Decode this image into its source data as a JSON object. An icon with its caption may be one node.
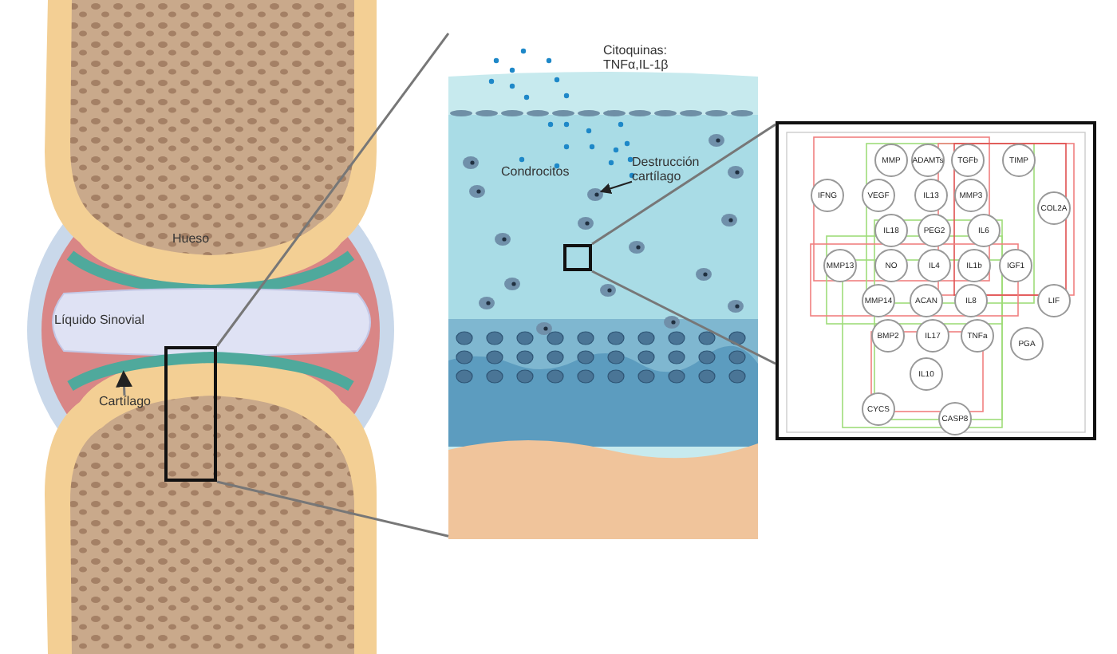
{
  "diagram": {
    "nodes": [
      {
        "text": [],
        "shape": "picture"
      },
      {
        "text": [
          "Cartílago"
        ],
        "in": 0
      },
      {
        "text": [],
        "shape": "box",
        "in": 0
      },
      {
        "text": [],
        "shape": "picture"
      },
      {
        "text": [
          "Destrucción cartílago"
        ],
        "in": 3
      },
      {
        "text": [],
        "shape": "box",
        "in": 3
      },
      {
        "text": [],
        "shape": "box"
      },
      {
        "text": [
          "MMP"
        ],
        "in": 6
      },
      {
        "text": [
          "ADAMTs"
        ],
        "in": 6
      },
      {
        "text": [
          "TGFb"
        ],
        "in": 6
      },
      {
        "text": [
          "TIMP"
        ],
        "in": 6
      },
      {
        "text": [
          "VEGF"
        ],
        "in": 6
      },
      {
        "text": [
          "IFNG"
        ],
        "in": 6
      },
      {
        "text": [
          "IL13"
        ],
        "in": 6
      },
      {
        "text": [
          "MMP3"
        ],
        "in": 6
      },
      {
        "text": [
          "COL2A"
        ],
        "in": 6
      },
      {
        "text": [
          "IL18"
        ],
        "in": 6
      },
      {
        "text": [
          "PEG2"
        ],
        "in": 6
      },
      {
        "text": [
          "IL6"
        ],
        "in": 6
      },
      {
        "text": [
          "NO"
        ],
        "in": 6
      },
      {
        "text": [
          "MMP13"
        ],
        "in": 6
      },
      {
        "text": [
          "IL4"
        ],
        "in": 6
      },
      {
        "text": [
          "IL1b"
        ],
        "in": 6
      },
      {
        "text": [
          "IGF1"
        ],
        "in": 6
      },
      {
        "text": [
          "MMP14"
        ],
        "in": 6
      },
      {
        "text": [
          "ACAN"
        ],
        "in": 6
      },
      {
        "text": [
          "IL8"
        ],
        "in": 6
      },
      {
        "text": [
          "LIF"
        ],
        "in": 6
      },
      {
        "text": [
          "BMP2"
        ],
        "in": 6
      },
      {
        "text": [
          "IL17"
        ],
        "in": 6
      },
      {
        "text": [
          "TNFa"
        ],
        "in": 6
      },
      {
        "text": [
          "PGA"
        ],
        "in": 6
      },
      {
        "text": [
          "IL10"
        ],
        "in": 6
      },
      {
        "text": [
          "CYCS"
        ],
        "in": 6
      },
      {
        "text": [
          "CASP8"
        ],
        "in": 6
      },
      {
        "text": [],
        "shape": "band",
        "in": 0
      }
    ],
    "edges": [
      {
        "from": 1,
        "to": 35,
        "arrow": "to"
      },
      {
        "from": 2,
        "to": 3,
        "arrow": "none"
      },
      {
        "from": 2,
        "to": 3,
        "arrow": "none"
      },
      {
        "from": 4,
        "to": null,
        "arrow": "to"
      },
      {
        "from": 5,
        "to": 6,
        "arrow": "none"
      },
      {
        "from": 5,
        "to": 6,
        "arrow": "none"
      }
    ],
    "labels": [
      "Hueso",
      "Líquido Sinovial",
      "Citoquinas: TNFα,IL-1β",
      "Condrocitos"
    ]
  }
}
